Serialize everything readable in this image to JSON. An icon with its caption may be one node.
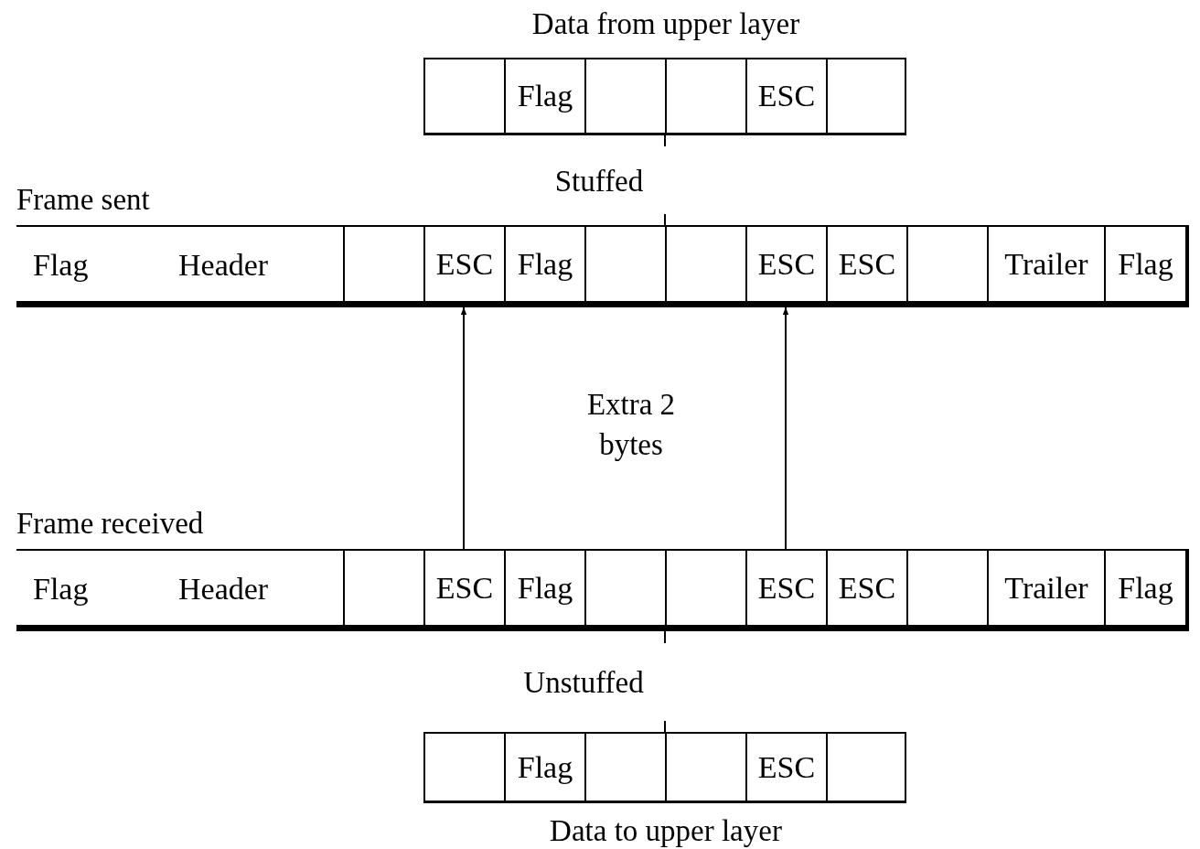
{
  "diagram": {
    "nodes": [
      {
        "text": [
          "Data from upper layer"
        ]
      },
      {
        "text": [],
        "shape": "box",
        "in": 0
      },
      {
        "text": [
          "Flag"
        ],
        "in": 0
      },
      {
        "text": [],
        "shape": "box",
        "in": 0
      },
      {
        "text": [],
        "shape": "box",
        "in": 0
      },
      {
        "text": [
          "ESC"
        ],
        "in": 0
      },
      {
        "text": [],
        "shape": "box",
        "in": 0
      },
      {
        "text": [
          "Frame sent"
        ]
      },
      {
        "text": [
          "Flag",
          "Header"
        ],
        "in": 7
      },
      {
        "text": [],
        "shape": "box",
        "in": 7
      },
      {
        "text": [
          "ESC"
        ],
        "in": 7
      },
      {
        "text": [
          "Flag"
        ],
        "in": 7
      },
      {
        "text": [],
        "shape": "box",
        "in": 7
      },
      {
        "text": [],
        "shape": "box",
        "in": 7
      },
      {
        "text": [
          "ESC"
        ],
        "in": 7
      },
      {
        "text": [
          "ESC"
        ],
        "in": 7
      },
      {
        "text": [],
        "shape": "box",
        "in": 7
      },
      {
        "text": [
          "Trailer"
        ],
        "in": 7
      },
      {
        "text": [
          "Flag"
        ],
        "in": 7
      },
      {
        "text": [
          "Frame received"
        ]
      },
      {
        "text": [
          "Flag",
          "Header"
        ],
        "in": 19
      },
      {
        "text": [],
        "shape": "box",
        "in": 19
      },
      {
        "text": [
          "ESC"
        ],
        "in": 19
      },
      {
        "text": [
          "Flag"
        ],
        "in": 19
      },
      {
        "text": [],
        "shape": "box",
        "in": 19
      },
      {
        "text": [],
        "shape": "box",
        "in": 19
      },
      {
        "text": [
          "ESC"
        ],
        "in": 19
      },
      {
        "text": [
          "ESC"
        ],
        "in": 19
      },
      {
        "text": [],
        "shape": "box",
        "in": 19
      },
      {
        "text": [
          "Trailer"
        ],
        "in": 19
      },
      {
        "text": [
          "Flag"
        ],
        "in": 19
      },
      {
        "text": [
          "Data to upper layer"
        ]
      },
      {
        "text": [],
        "shape": "box",
        "in": 31
      },
      {
        "text": [
          "Flag"
        ],
        "in": 31
      },
      {
        "text": [],
        "shape": "box",
        "in": 31
      },
      {
        "text": [],
        "shape": "box",
        "in": 31
      },
      {
        "text": [
          "ESC"
        ],
        "in": 31
      },
      {
        "text": [],
        "shape": "box",
        "in": 31
      }
    ],
    "edges": [
      {
        "from": 22,
        "to": 10,
        "arrow": "to"
      },
      {
        "from": 26,
        "to": 14,
        "arrow": "to"
      }
    ],
    "labels": [
      "Stuffed",
      "Extra 2 bytes",
      "Unstuffed"
    ]
  }
}
